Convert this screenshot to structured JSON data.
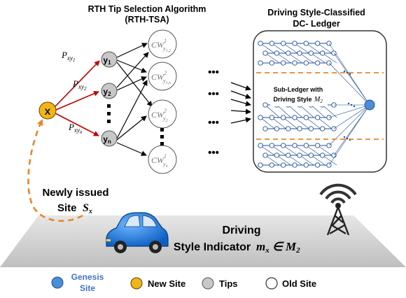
{
  "algorithm": {
    "title_line1": "RTH Tip Selection Algorithm",
    "title_line2": "(RTH-TSA)"
  },
  "ledger": {
    "title_line1": "Driving Style-Classified",
    "title_line2": "DC- Ledger",
    "sub_line1": "Sub-Ledger with",
    "sub_line2": "Driving Style",
    "sub_symbol": "M",
    "sub_symbol_sub": "2"
  },
  "nodes": {
    "x": "x",
    "y1": "y",
    "y1_sub": "1",
    "y2": "y",
    "y2_sub": "2",
    "yn": "y",
    "yn_sub": "n"
  },
  "edge_labels": {
    "p1": "P",
    "p1_sub": "xy",
    "p1_subsub": "1",
    "p2": "P",
    "p2_sub": "xy",
    "p2_subsub": "2",
    "pn": "P",
    "pn_sub": "xy",
    "pn_subsub": "n"
  },
  "old_sites": [
    {
      "base": "CW",
      "sup": "1",
      "sub": "y",
      "subsub": "1,2"
    },
    {
      "base": "CW",
      "sup": "2",
      "sub": "y",
      "subsub": "1,n"
    },
    {
      "base": "CW",
      "sup": "2",
      "sub": "y",
      "subsub": "2"
    },
    {
      "base": "CW",
      "sup": "1",
      "sub": "y",
      "subsub": "n"
    }
  ],
  "ellipsis": "•••",
  "newly_issued": {
    "line1": "Newly issued",
    "line2": "Site",
    "symbol": "S",
    "symbol_sub": "x"
  },
  "road": {
    "line1": "Driving",
    "line2": "Style Indicator",
    "formula_m": "m",
    "formula_m_sub": "x",
    "formula_in": " ∈ ",
    "formula_M": "M",
    "formula_M_sub": "2"
  },
  "legend": {
    "genesis_line1": "Genesis",
    "genesis_line2": "Site",
    "new_site": "New Site",
    "tips": "Tips",
    "old_site": "Old Site"
  },
  "colors": {
    "new_site": "#f2b517",
    "tips": "#c8c8c8",
    "genesis": "#4a8fd6",
    "red_edge": "#c00000",
    "dashed": "#e8862a",
    "legend_genesis_text": "#4472c4",
    "car": "#1a7ee8",
    "ledger_node": "#1f4e99"
  }
}
